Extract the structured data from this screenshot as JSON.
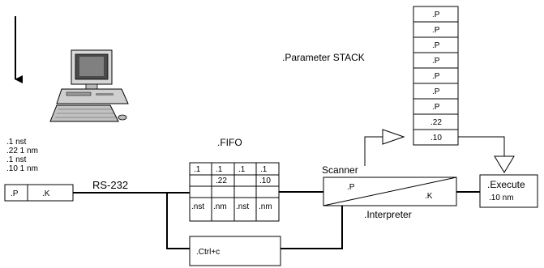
{
  "stack": {
    "title": ".Parameter STACK",
    "cells": [
      ".P",
      ".P",
      ".P",
      ".P",
      ".P",
      ".P",
      ".P",
      ".22",
      ".10"
    ]
  },
  "host_lines": [
    ".1 nst",
    ".22 1 nm",
    ".1 nst",
    ".10 1 nm"
  ],
  "serial_box": {
    "left": ".P",
    "right": ".K"
  },
  "rs232_label": "RS-232",
  "fifo": {
    "title": ".FIFO",
    "top_row": [
      ".1",
      ".1",
      ".1",
      ".1"
    ],
    "mid_row": [
      "",
      ".22",
      "",
      ".10"
    ],
    "bottom_row": [
      ".nst",
      ".nm",
      ".nst",
      ".nm"
    ]
  },
  "ctrl_label": ".Ctrl+c",
  "scanner_label": "Scanner",
  "interpreter": {
    "left": ".P",
    "right": ".K",
    "label": ".Interpreter"
  },
  "execute": {
    "title": ".Execute",
    "value": ".10 nm"
  }
}
